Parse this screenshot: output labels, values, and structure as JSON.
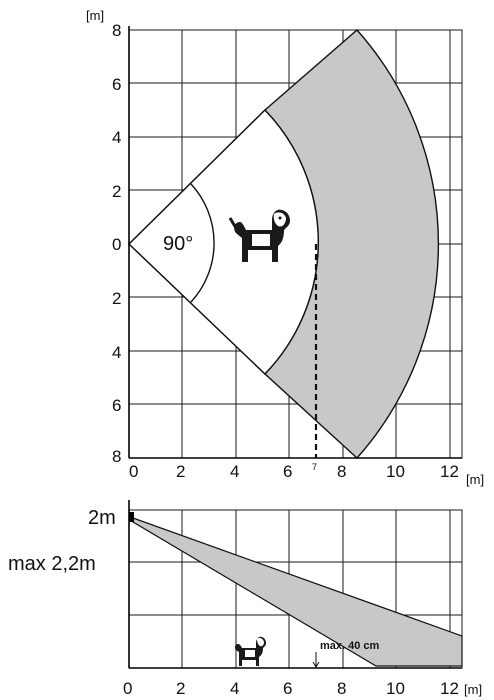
{
  "top": {
    "unit_y": "[m]",
    "unit_x": "[m]",
    "y_ticks": [
      "8",
      "6",
      "4",
      "2",
      "0",
      "2",
      "4",
      "6",
      "8"
    ],
    "x_ticks": [
      "0",
      "2",
      "4",
      "6",
      "8",
      "10",
      "12"
    ],
    "small_tick": "7",
    "angle_label": "90°",
    "fill_color": "#c8c8c8"
  },
  "bottom": {
    "label_max": "max 2,2m",
    "label_2m": "2m",
    "x_ticks": [
      "0",
      "2",
      "4",
      "6",
      "8",
      "10",
      "12"
    ],
    "unit_x": "[m]",
    "max_label": "max. 40 cm",
    "fill_color": "#c8c8c8"
  }
}
